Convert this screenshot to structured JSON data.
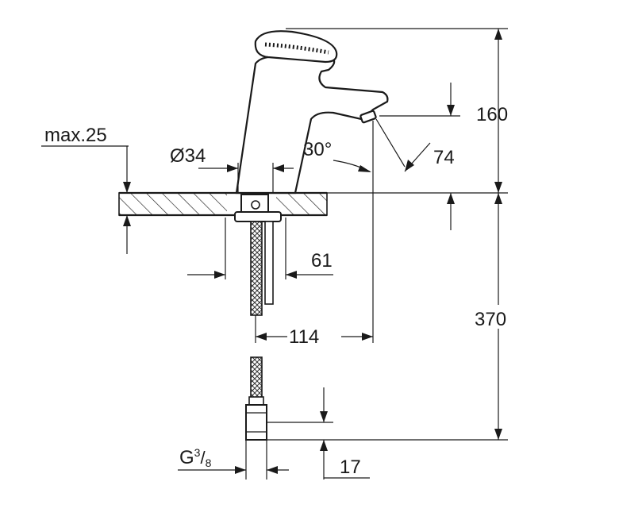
{
  "labels": {
    "max_thickness": "max.25",
    "diameter": "Ø34",
    "angle": "30°",
    "total_height": "160",
    "spout_clearance": "74",
    "hose_offset": "61",
    "reach": "114",
    "hose_length": "370",
    "connector_height": "17",
    "thread_g": "G",
    "thread_num": "3",
    "thread_den": "8"
  }
}
